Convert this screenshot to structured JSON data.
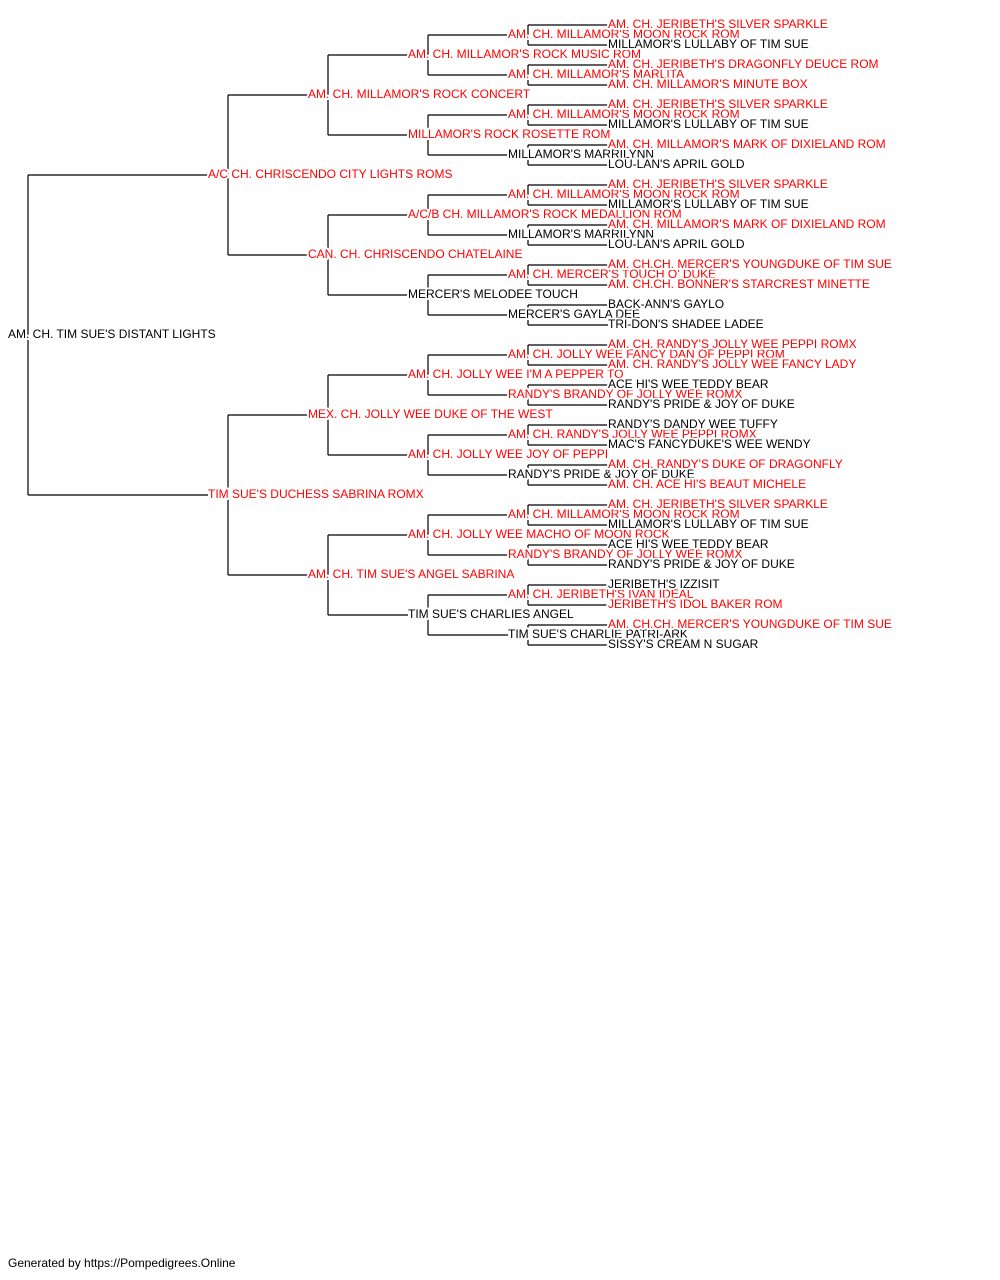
{
  "colors": {
    "champion": "#ff0000",
    "normal": "#000000",
    "line": "#000000"
  },
  "subject": {
    "name": "AM. CH. TIM SUE'S DISTANT LIGHTS",
    "champion": false
  },
  "ancestors": {
    "gen1": [
      {
        "name": "A/C CH. CHRISCENDO CITY LIGHTS ROMS",
        "champion": true
      },
      {
        "name": "TIM SUE'S DUCHESS SABRINA ROMX",
        "champion": true
      }
    ],
    "gen2": [
      {
        "name": "AM. CH. MILLAMOR'S ROCK CONCERT",
        "champion": true
      },
      {
        "name": "CAN. CH. CHRISCENDO CHATELAINE",
        "champion": true
      },
      {
        "name": "MEX. CH. JOLLY WEE DUKE OF THE WEST",
        "champion": true
      },
      {
        "name": "AM. CH. TIM SUE'S ANGEL SABRINA",
        "champion": true
      }
    ],
    "gen3": [
      {
        "name": "AM. CH. MILLAMOR'S ROCK MUSIC ROM",
        "champion": true
      },
      {
        "name": "MILLAMOR'S ROCK ROSETTE ROM",
        "champion": true
      },
      {
        "name": "A/C/B CH. MILLAMOR'S ROCK MEDALLION ROM",
        "champion": true
      },
      {
        "name": "MERCER'S MELODEE TOUCH",
        "champion": false
      },
      {
        "name": "AM. CH. JOLLY WEE I'M A PEPPER TO",
        "champion": true
      },
      {
        "name": "AM. CH. JOLLY WEE JOY OF PEPPI",
        "champion": true
      },
      {
        "name": "AM. CH. JOLLY WEE MACHO OF MOON ROCK",
        "champion": true
      },
      {
        "name": "TIM SUE'S CHARLIES ANGEL",
        "champion": false
      }
    ],
    "gen4": [
      {
        "name": "AM. CH. MILLAMOR'S MOON ROCK ROM",
        "champion": true
      },
      {
        "name": "AM. CH. MILLAMOR'S MARLITA",
        "champion": true
      },
      {
        "name": "AM. CH. MILLAMOR'S MOON ROCK ROM",
        "champion": true
      },
      {
        "name": "MILLAMOR'S MARRILYNN",
        "champion": false
      },
      {
        "name": "AM. CH. MILLAMOR'S MOON ROCK ROM",
        "champion": true
      },
      {
        "name": "MILLAMOR'S MARRILYNN",
        "champion": false
      },
      {
        "name": "AM. CH. MERCER'S TOUCH O' DUKE",
        "champion": true
      },
      {
        "name": "MERCER'S GAYLA DEE",
        "champion": false
      },
      {
        "name": "AM. CH. JOLLY WEE FANCY DAN OF PEPPI ROM",
        "champion": true
      },
      {
        "name": "RANDY'S BRANDY OF JOLLY WEE ROMX",
        "champion": true
      },
      {
        "name": "AM. CH. RANDY'S JOLLY WEE PEPPI ROMX",
        "champion": true
      },
      {
        "name": "RANDY'S PRIDE & JOY OF DUKE",
        "champion": false
      },
      {
        "name": "AM. CH. MILLAMOR'S MOON ROCK ROM",
        "champion": true
      },
      {
        "name": "RANDY'S BRANDY OF JOLLY WEE ROMX",
        "champion": true
      },
      {
        "name": "AM. CH. JERIBETH'S IVAN IDEAL",
        "champion": true
      },
      {
        "name": "TIM SUE'S CHARLIE PATRI-ARK",
        "champion": false
      }
    ],
    "gen5": [
      {
        "name": "AM. CH. JERIBETH'S SILVER SPARKLE",
        "champion": true
      },
      {
        "name": "MILLAMOR'S LULLABY OF TIM SUE",
        "champion": false
      },
      {
        "name": "AM. CH. JERIBETH'S DRAGONFLY DEUCE ROM",
        "champion": true
      },
      {
        "name": "AM. CH. MILLAMOR'S MINUTE BOX",
        "champion": true
      },
      {
        "name": "AM. CH. JERIBETH'S SILVER SPARKLE",
        "champion": true
      },
      {
        "name": "MILLAMOR'S LULLABY OF TIM SUE",
        "champion": false
      },
      {
        "name": "AM. CH. MILLAMOR'S MARK OF DIXIELAND ROM",
        "champion": true
      },
      {
        "name": "LOU-LAN'S APRIL GOLD",
        "champion": false
      },
      {
        "name": "AM. CH. JERIBETH'S SILVER SPARKLE",
        "champion": true
      },
      {
        "name": "MILLAMOR'S LULLABY OF TIM SUE",
        "champion": false
      },
      {
        "name": "AM. CH. MILLAMOR'S MARK OF DIXIELAND ROM",
        "champion": true
      },
      {
        "name": "LOU-LAN'S APRIL GOLD",
        "champion": false
      },
      {
        "name": "AM. CH.CH. MERCER'S YOUNGDUKE OF TIM SUE",
        "champion": true
      },
      {
        "name": "AM. CH.CH. BONNER'S STARCREST MINETTE",
        "champion": true
      },
      {
        "name": "BACK-ANN'S GAYLO",
        "champion": false
      },
      {
        "name": "TRI-DON'S SHADEE LADEE",
        "champion": false
      },
      {
        "name": "AM. CH. RANDY'S JOLLY WEE PEPPI ROMX",
        "champion": true
      },
      {
        "name": "AM. CH. RANDY'S JOLLY WEE FANCY LADY",
        "champion": true
      },
      {
        "name": "ACE HI'S WEE TEDDY BEAR",
        "champion": false
      },
      {
        "name": "RANDY'S PRIDE & JOY OF DUKE",
        "champion": false
      },
      {
        "name": "RANDY'S DANDY WEE TUFFY",
        "champion": false
      },
      {
        "name": "MAC'S FANCYDUKE'S WEE WENDY",
        "champion": false
      },
      {
        "name": "AM. CH. RANDY'S DUKE OF DRAGONFLY",
        "champion": true
      },
      {
        "name": "AM. CH. ACE HI'S BEAUT MICHELE",
        "champion": true
      },
      {
        "name": "AM. CH. JERIBETH'S SILVER SPARKLE",
        "champion": true
      },
      {
        "name": "MILLAMOR'S LULLABY OF TIM SUE",
        "champion": false
      },
      {
        "name": "ACE HI'S WEE TEDDY BEAR",
        "champion": false
      },
      {
        "name": "RANDY'S PRIDE & JOY OF DUKE",
        "champion": false
      },
      {
        "name": "JERIBETH'S IZZISIT",
        "champion": false
      },
      {
        "name": "JERIBETH'S IDOL BAKER ROM",
        "champion": true
      },
      {
        "name": "AM. CH.CH. MERCER'S YOUNGDUKE OF TIM SUE",
        "champion": true
      },
      {
        "name": "SISSY'S CREAM N SUGAR",
        "champion": false
      }
    ]
  },
  "footer": "Generated by https://Pompedigrees.Online"
}
